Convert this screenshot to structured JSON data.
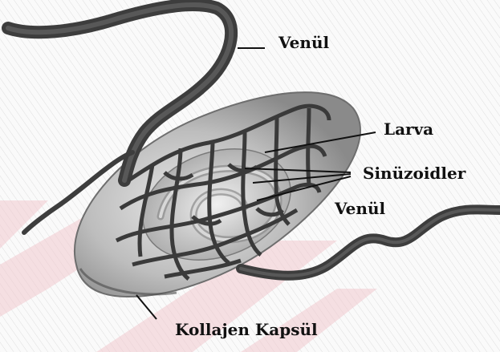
{
  "labels": {
    "venul_top": "Venül",
    "larva": "Larva",
    "sinuzoidler": "Sinüzoidler",
    "venul_mid": "Venül",
    "kollajen_kapsul": "Kollajen Kapsül"
  },
  "colors": {
    "background": "#fafafa",
    "vessel": "#3d3d3d",
    "capsule": "#c9c9c9",
    "watermark": "#f2c9cf",
    "text": "#111111"
  }
}
